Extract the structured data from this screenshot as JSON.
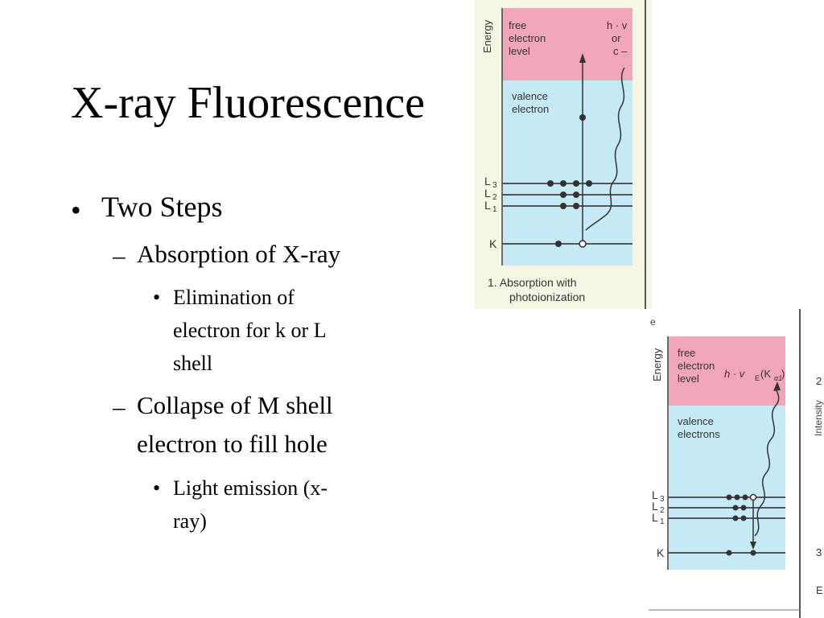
{
  "slide": {
    "title": "X-ray Fluorescence",
    "bullets": {
      "l1": {
        "marker": "•",
        "text": "Two Steps"
      },
      "l2a": {
        "marker": "–",
        "text": "Absorption of X-ray"
      },
      "l3a": {
        "marker": "•",
        "lines": [
          "Elimination of",
          "electron for k or L",
          "shell"
        ]
      },
      "l2b": {
        "marker": "–",
        "lines": [
          "Collapse of M shell",
          "electron to fill hole"
        ]
      },
      "l3b": {
        "marker": "•",
        "lines": [
          "Light emission (x-",
          "ray)"
        ]
      }
    }
  },
  "diagram_top": {
    "axis_label": "Energy",
    "free_label": [
      "free",
      "electron",
      "level"
    ],
    "photon_label": [
      "h · v",
      "or",
      "c –"
    ],
    "valence_label": [
      "valence",
      "electron"
    ],
    "levels": {
      "L3": "3",
      "L2": "2",
      "L1": "1",
      "L": "L",
      "K": "K"
    },
    "caption": [
      "1.  Absorption with",
      "photoionization"
    ],
    "colors": {
      "free_band": "#f2a6ba",
      "valence_band": "#c5e9f5",
      "background": "#f7f5e4"
    }
  },
  "diagram_bottom": {
    "corner_label": "e",
    "axis_label": "Energy",
    "free_label": [
      "free",
      "electron",
      "level"
    ],
    "photon_label": "h · v",
    "photon_sub": "E",
    "photon_paren": "(K",
    "photon_greek": "α1",
    "photon_close": ")",
    "valence_label": [
      "valence",
      "electrons"
    ],
    "levels": {
      "L3": "3",
      "L2": "2",
      "L1": "1",
      "L": "L",
      "K": "K"
    },
    "intensity_label": "Intensity",
    "right_ticks": [
      "2",
      "3",
      "E"
    ],
    "colors": {
      "free_band": "#f2a6ba",
      "valence_band": "#c5e9f5",
      "background": "#ffffff"
    }
  }
}
